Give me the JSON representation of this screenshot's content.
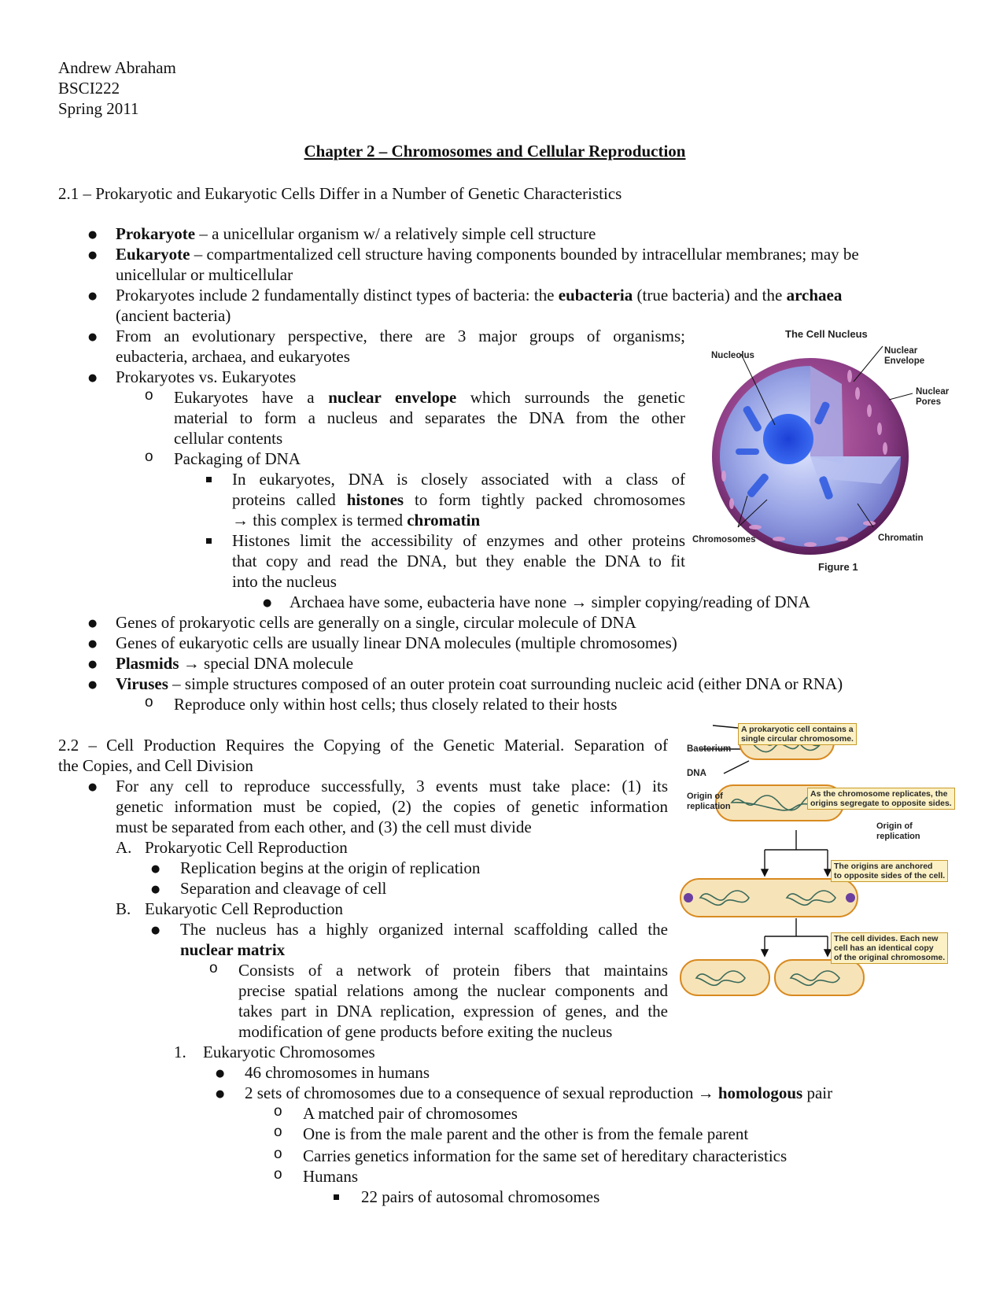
{
  "header": {
    "author": "Andrew Abraham",
    "course": "BSCI222",
    "term": "Spring 2011"
  },
  "title": "Chapter 2 – Chromosomes and Cellular Reproduction",
  "s21": {
    "heading": "2.1 – Prokaryotic and Eukaryotic Cells Differ in a Number of Genetic Characteristics",
    "b1_term": "Prokaryote",
    "b1_text": " – a unicellular organism w/ a relatively simple cell structure",
    "b2_term": "Eukaryote",
    "b2_text1": " – compartmentalized cell structure having components bounded by intracellular membranes; may be",
    "b2_text2": "unicellular or multicellular",
    "b3_pre": "Prokaryotes include 2 fundamentally distinct types of bacteria: the ",
    "b3_term1": "eubacteria",
    "b3_mid": " (true bacteria) and the ",
    "b3_term2": "archaea",
    "b3_line2": "(ancient bacteria)",
    "b4_line1": "From an evolutionary perspective, there are 3 major groups of organisms;",
    "b4_line2": "eubacteria, archaea, and eukaryotes",
    "b5": "Prokaryotes vs. Eukaryotes",
    "o1_pre": "Eukaryotes have a ",
    "o1_term": "nuclear envelope",
    "o1_post": " which surrounds the genetic",
    "o1_line2": "material to form a nucleus and separates the DNA from the other",
    "o1_line3": "cellular contents",
    "o2": "Packaging of DNA",
    "sq1_line1": "In eukaryotes, DNA is closely associated with a class of",
    "sq1_line2_pre": "proteins called ",
    "sq1_line2_term": "histones",
    "sq1_line2_post": " to form tightly packed chromosomes",
    "sq1_line3_pre": "→ this complex is termed ",
    "sq1_line3_term": "chromatin",
    "sq2_line1": "Histones limit the accessibility of enzymes and other proteins",
    "sq2_line2": "that copy and read the DNA, but they enable the DNA to fit",
    "sq2_line3": "into the nucleus",
    "dot1": "Archaea have some, eubacteria have none → simpler copying/reading of DNA",
    "b6": "Genes of prokaryotic cells are generally on a single, circular molecule of DNA",
    "b7": "Genes of eukaryotic cells are usually linear DNA molecules (multiple chromosomes)",
    "b8_term": "Plasmids",
    "b8_text": " → special DNA molecule",
    "b9_term": "Viruses",
    "b9_text": " – simple structures composed of an outer protein coat surrounding nucleic acid (either DNA or RNA)",
    "o3": "Reproduce only within host cells; thus closely related to their hosts"
  },
  "figure1": {
    "title": "The Cell Nucleus",
    "nucleolus": "Nucleolus",
    "nuclear_envelope": [
      "Nuclear",
      "Envelope"
    ],
    "nuclear_pores": [
      "Nuclear",
      "Pores"
    ],
    "chromosomes": "Chromosomes",
    "chromatin": "Chromatin",
    "caption": "Figure 1"
  },
  "s22": {
    "heading1": "2.2 – Cell Production Requires the Copying of the Genetic Material. Separation of",
    "heading2": "the Copies, and Cell Division",
    "b1_line1": "For any cell to reproduce successfully, 3 events must take place: (1) its",
    "b1_line2": "genetic information must be copied, (2) the copies of genetic information",
    "b1_line3": "must be separated from each other, and (3) the cell must divide",
    "A_label": "A.",
    "A_text": "Prokaryotic Cell Reproduction",
    "A_b1": "Replication begins at the origin of replication",
    "A_b2": "Separation and cleavage of cell",
    "B_label": "B.",
    "B_text": "Eukaryotic Cell Reproduction",
    "B_b1_line1": "The nucleus has a highly organized internal scaffolding called the",
    "B_b1_term": "nuclear matrix",
    "B_o1_line1": "Consists of a network of protein fibers that maintains",
    "B_o1_line2": "precise spatial relations among the nuclear components and",
    "B_o1_line3": "takes part in DNA replication, expression of genes, and the",
    "B_o1_line4": "modification of gene products before exiting the nucleus",
    "n1_label": "1.",
    "n1_text": "Eukaryotic Chromosomes",
    "n1_b1": "46 chromosomes in humans",
    "n1_b2_pre": "2 sets of chromosomes due to a consequence of sexual reproduction → ",
    "n1_b2_term": "homologous",
    "n1_b2_post": " pair",
    "n1_o1": "A matched pair of chromosomes",
    "n1_o2": "One is from the male parent and the other is from the female parent",
    "n1_o3": "Carries genetics information for the same set of hereditary characteristics",
    "n1_o4": "Humans",
    "n1_sq1": "22 pairs of autosomal chromosomes"
  },
  "figure2": {
    "callout1": [
      "A prokaryotic cell contains a",
      "single circular chromosome."
    ],
    "bacterium": "Bacterium",
    "dna": "DNA",
    "origin1": [
      "Origin of",
      "replication"
    ],
    "callout2": [
      "As the chromosome replicates, the",
      "origins segregate to opposite sides."
    ],
    "origin2": [
      "Origin of",
      "replication"
    ],
    "callout3": [
      "The origins are anchored",
      "to opposite sides of the cell."
    ],
    "callout4": [
      "The cell divides. Each new",
      "cell has an identical copy",
      "of the original chromosome."
    ]
  }
}
